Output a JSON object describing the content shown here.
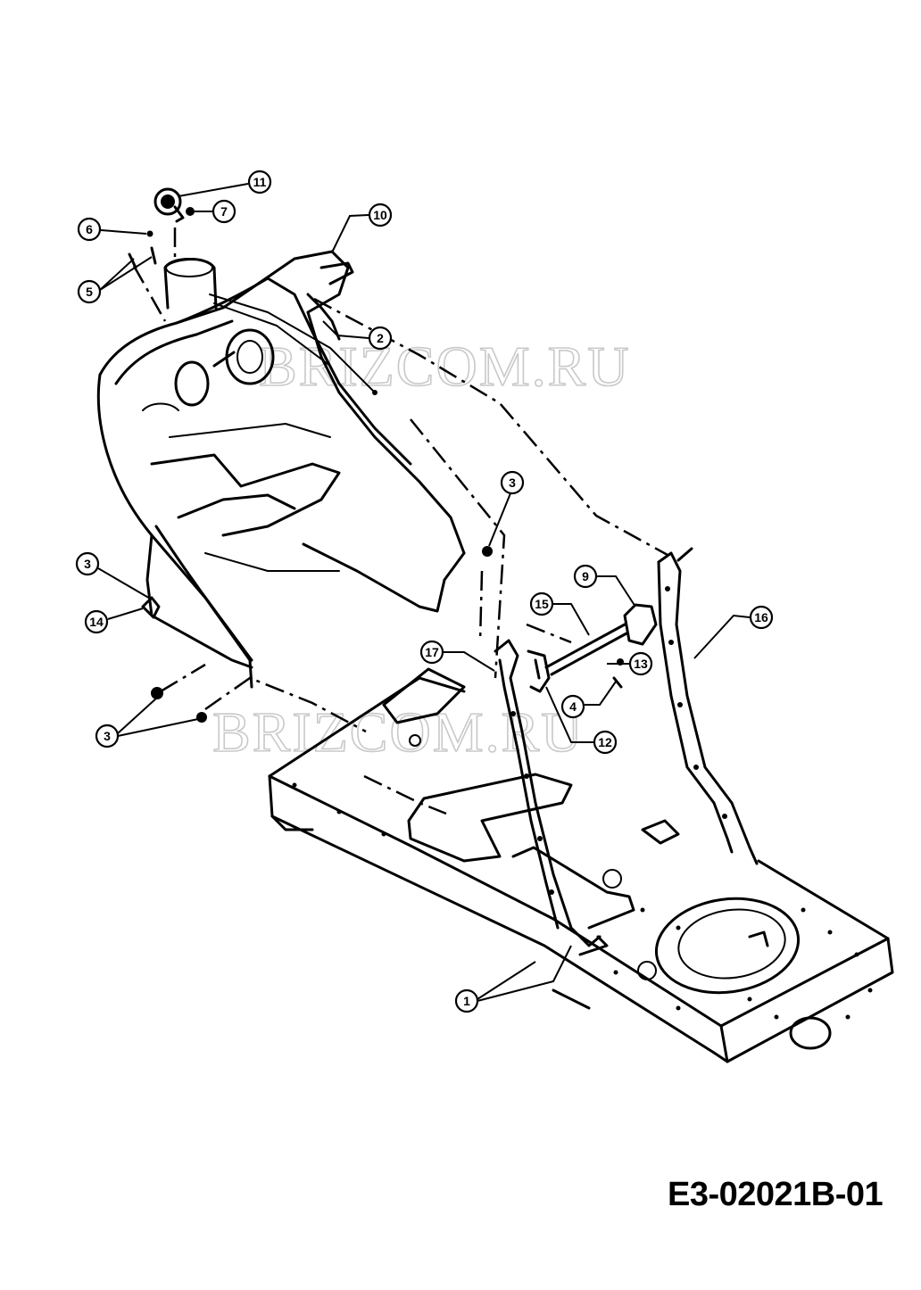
{
  "watermark_top": "BRIZCOM.RU",
  "watermark_bottom": "BRIZCOM.RU",
  "drawing_code": "E3-02021B-01",
  "callouts": [
    {
      "id": "c11",
      "label": "11"
    },
    {
      "id": "c7",
      "label": "7"
    },
    {
      "id": "c6",
      "label": "6"
    },
    {
      "id": "c10",
      "label": "10"
    },
    {
      "id": "c5",
      "label": "5"
    },
    {
      "id": "c2",
      "label": "2"
    },
    {
      "id": "c3a",
      "label": "3"
    },
    {
      "id": "c3b",
      "label": "3"
    },
    {
      "id": "c14",
      "label": "14"
    },
    {
      "id": "c3c",
      "label": "3"
    },
    {
      "id": "c9",
      "label": "9"
    },
    {
      "id": "c16",
      "label": "16"
    },
    {
      "id": "c15",
      "label": "15"
    },
    {
      "id": "c17",
      "label": "17"
    },
    {
      "id": "c13",
      "label": "13"
    },
    {
      "id": "c4",
      "label": "4"
    },
    {
      "id": "c12",
      "label": "12"
    },
    {
      "id": "c1",
      "label": "1"
    }
  ]
}
